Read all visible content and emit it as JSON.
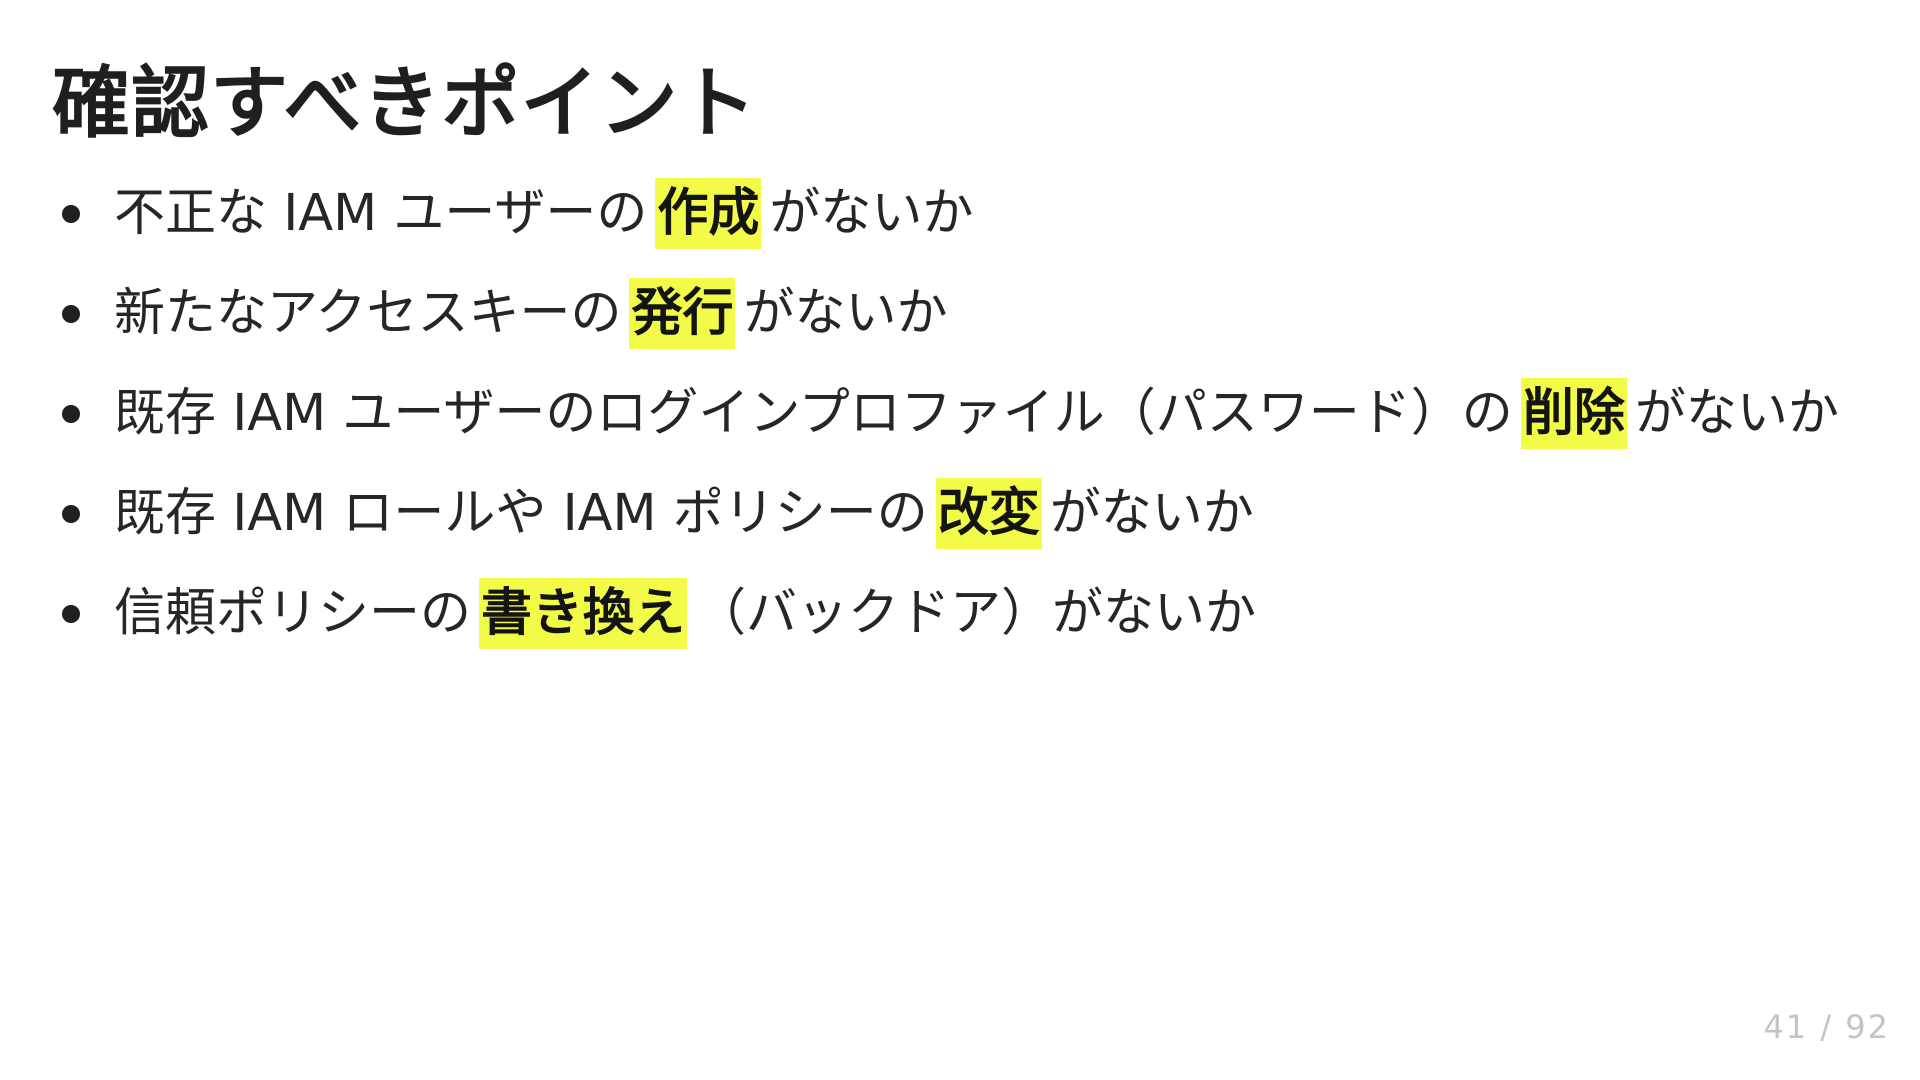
{
  "slide": {
    "title": "確認すべきポイント",
    "items": [
      {
        "before": "不正な IAM ユーザーの",
        "highlight": "作成",
        "after": "がないか"
      },
      {
        "before": "新たなアクセスキーの",
        "highlight": "発行",
        "after": "がないか"
      },
      {
        "before": "既存 IAM ユーザーのログインプロファイル（パスワード）の",
        "highlight": "削除",
        "after": "がないか"
      },
      {
        "before": "既存 IAM ロールや IAM ポリシーの",
        "highlight": "改変",
        "after": "がないか"
      },
      {
        "before": "信頼ポリシーの",
        "highlight": "書き換え",
        "after": "（バックドア）がないか"
      }
    ],
    "page_number": "41 / 92",
    "highlight_color": "#f2fb48"
  }
}
